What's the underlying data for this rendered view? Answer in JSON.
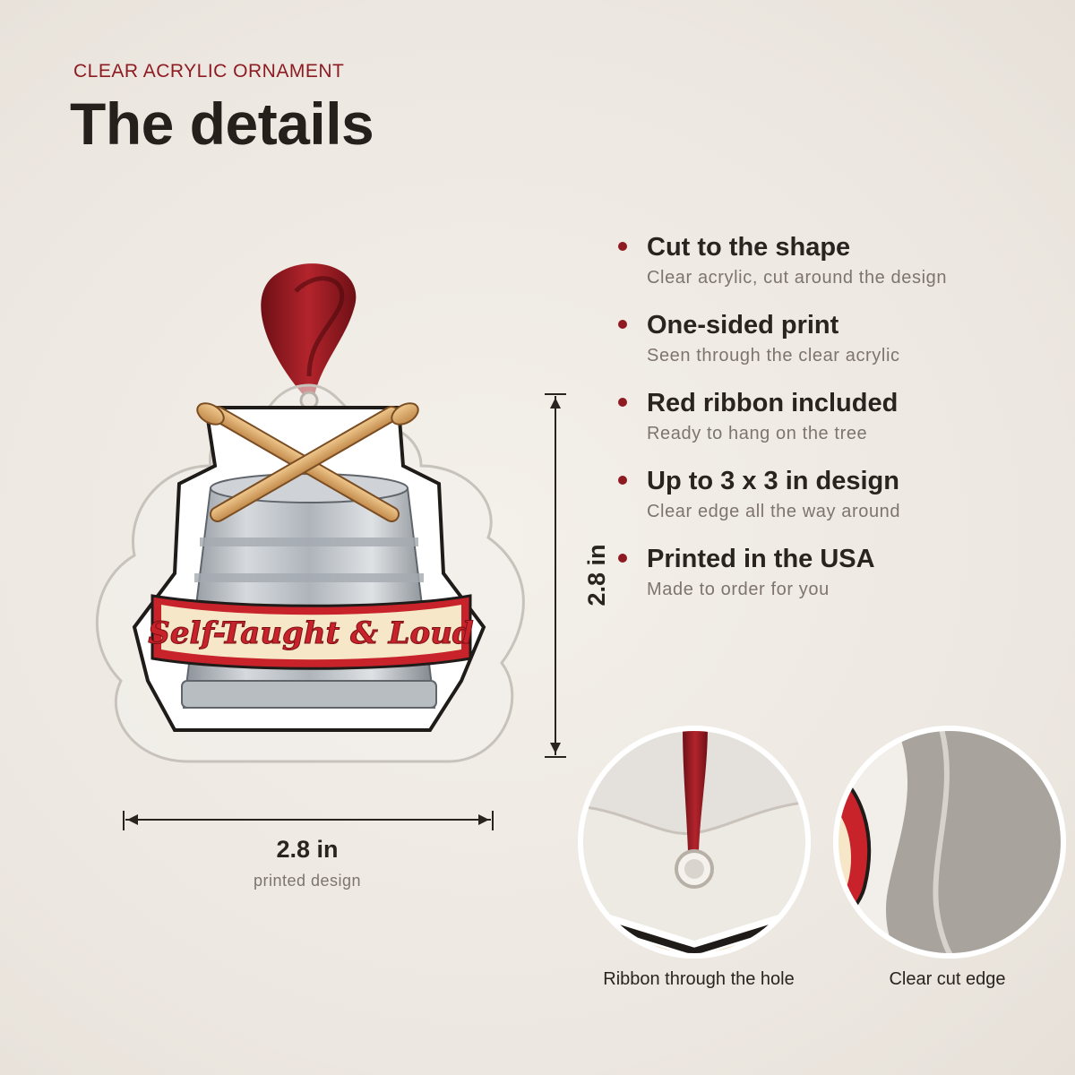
{
  "header": {
    "eyebrow": "CLEAR ACRYLIC ORNAMENT",
    "title": "The details"
  },
  "ornament": {
    "banner_text": "Self-Taught & Loud"
  },
  "dimensions": {
    "height_label": "2.8 in",
    "width_label": "2.8 in",
    "width_sub": "printed design"
  },
  "features": [
    {
      "title": "Cut to the shape",
      "subtitle": "Clear acrylic, cut around the design"
    },
    {
      "title": "One-sided print",
      "subtitle": "Seen through the clear acrylic"
    },
    {
      "title": "Red ribbon included",
      "subtitle": "Ready to hang on the tree"
    },
    {
      "title": "Up to 3 x 3 in design",
      "subtitle": "Clear edge all the way around"
    },
    {
      "title": "Printed in the USA",
      "subtitle": "Made to order for you"
    }
  ],
  "details": [
    {
      "caption": "Ribbon through the hole"
    },
    {
      "caption": "Clear cut edge"
    }
  ],
  "colors": {
    "accent": "#8e1b22",
    "text": "#25201c",
    "muted": "#7d756d",
    "background": "#ece7e0"
  }
}
